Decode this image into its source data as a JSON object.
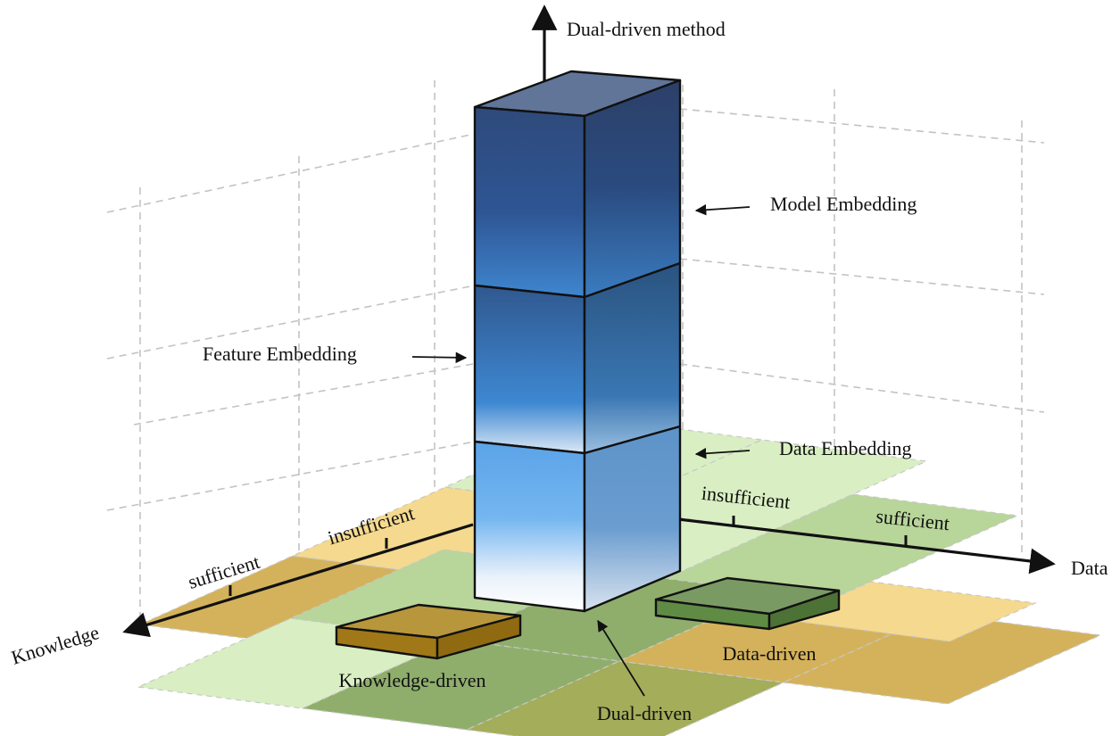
{
  "axes": {
    "vertical": "Dual-driven method",
    "knowledge": "Knowledge",
    "data": "Data"
  },
  "ticks": {
    "knowledge_near": "sufficient",
    "knowledge_far": "insufficient",
    "data_near": "insufficient",
    "data_far": "sufficient"
  },
  "layers": {
    "top": "Model Embedding",
    "middle": "Feature Embedding",
    "bottom": "Data Embedding"
  },
  "blocks": {
    "knowledge": "Knowledge-driven",
    "data": "Data-driven",
    "dual": "Dual-driven"
  },
  "colors": {
    "grid_line": "#bdbdbd",
    "cell_yellow": "#f5d98e",
    "cell_dark_yellow": "#d4b25c",
    "cell_light_green": "#d9efc3",
    "cell_mid_green": "#b8d59a",
    "cell_dark_green": "#8fae6c",
    "cell_olive": "#a3ad5a",
    "knowledge_block": "#b38a20",
    "data_block": "#5f8b44",
    "tower_dark": "#2f4a7a",
    "tower_mid": "#3f86cf",
    "tower_light": "#eef3fb"
  }
}
